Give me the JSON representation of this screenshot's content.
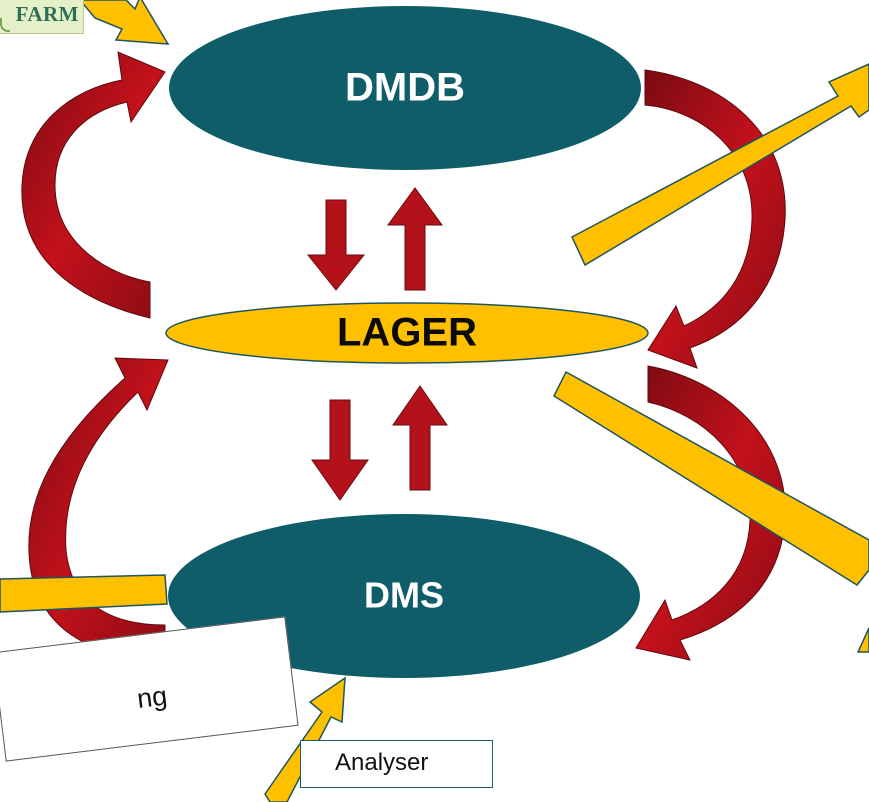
{
  "nodes": {
    "dmdb": "DMDB",
    "lager": "LAGER",
    "dms": "DMS"
  },
  "logo_text": "FARM",
  "note_text": "ng",
  "tag_text": "Analyser",
  "colors": {
    "node_fill": "#0e5d68",
    "lager_fill": "#ffc000",
    "red_arrow": "#a6121b",
    "yellow_arrow": "#ffc000",
    "yellow_stroke": "#1d5560"
  }
}
